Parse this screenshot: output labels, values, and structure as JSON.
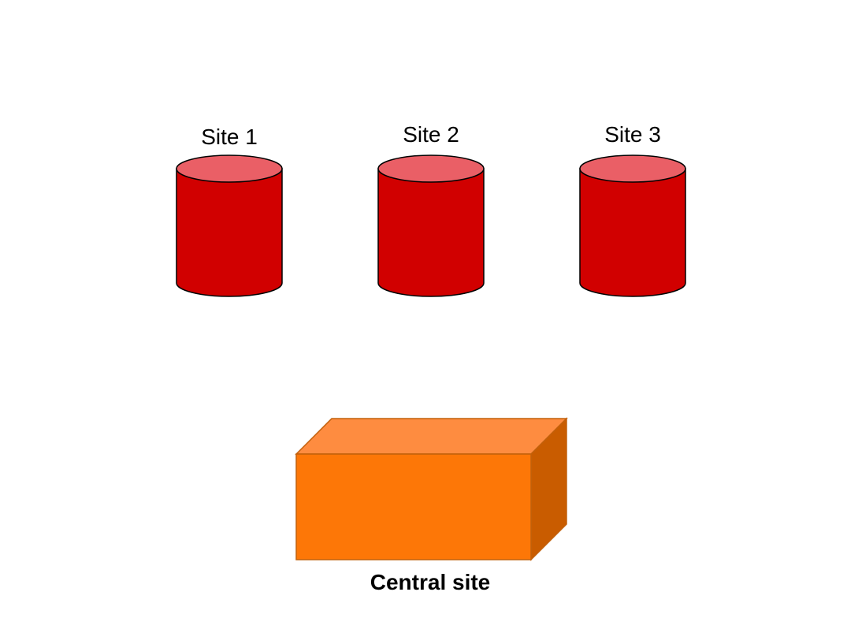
{
  "sites": [
    {
      "label": "Site 1"
    },
    {
      "label": "Site 2"
    },
    {
      "label": "Site 3"
    }
  ],
  "central": {
    "label": "Central site"
  },
  "colors": {
    "cylinder_body": "#d10000",
    "cylinder_top": "#ea5f66",
    "cylinder_stroke": "#000000",
    "box_front": "#fd7707",
    "box_top": "#fe8c40",
    "box_side": "#c95c00",
    "box_stroke": "#c2600b"
  }
}
